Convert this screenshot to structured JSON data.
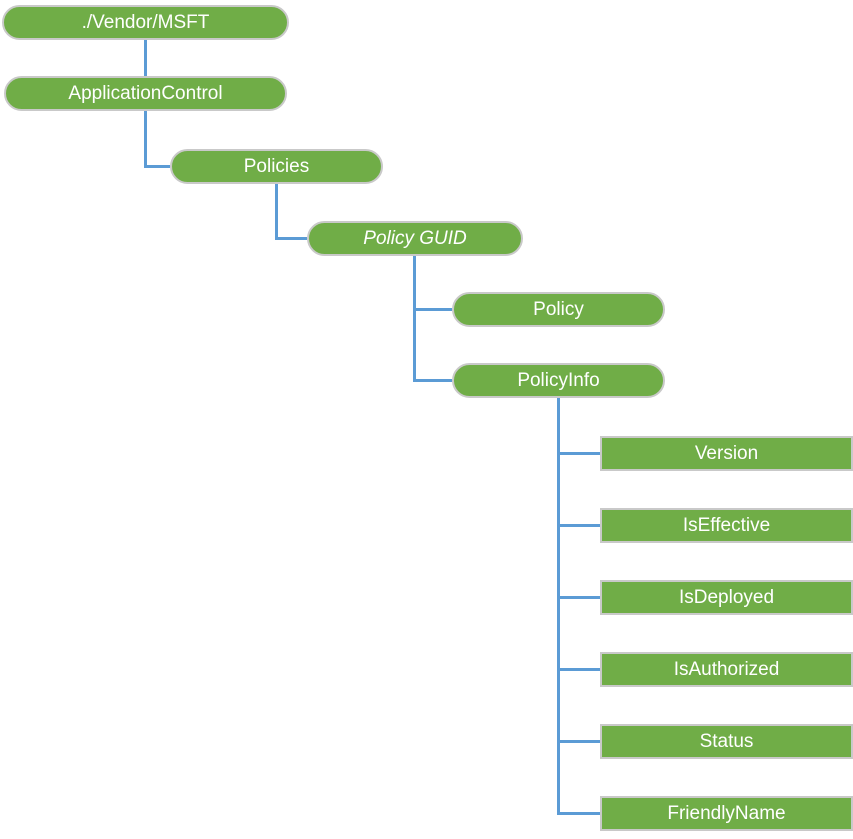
{
  "diagram": {
    "type": "tree",
    "colors": {
      "node_fill": "#70AD47",
      "node_outline": "#C9C9C9",
      "connector": "#5B9BD5",
      "node_text": "#FFFFFF",
      "background": "#FFFFFF"
    },
    "nodes": {
      "root": {
        "label": "./Vendor/MSFT",
        "shape": "rounded"
      },
      "application_control": {
        "label": "ApplicationControl",
        "shape": "rounded"
      },
      "policies": {
        "label": "Policies",
        "shape": "rounded"
      },
      "policy_guid": {
        "label": "Policy GUID",
        "shape": "rounded",
        "italic": true
      },
      "policy": {
        "label": "Policy",
        "shape": "rounded"
      },
      "policy_info": {
        "label": "PolicyInfo",
        "shape": "rounded"
      },
      "version": {
        "label": "Version",
        "shape": "rect"
      },
      "is_effective": {
        "label": "IsEffective",
        "shape": "rect"
      },
      "is_deployed": {
        "label": "IsDeployed",
        "shape": "rect"
      },
      "is_authorized": {
        "label": "IsAuthorized",
        "shape": "rect"
      },
      "status": {
        "label": "Status",
        "shape": "rect"
      },
      "friendly_name": {
        "label": "FriendlyName",
        "shape": "rect"
      }
    },
    "edges": [
      [
        "root",
        "application_control"
      ],
      [
        "application_control",
        "policies"
      ],
      [
        "policies",
        "policy_guid"
      ],
      [
        "policy_guid",
        "policy"
      ],
      [
        "policy_guid",
        "policy_info"
      ],
      [
        "policy_info",
        "version"
      ],
      [
        "policy_info",
        "is_effective"
      ],
      [
        "policy_info",
        "is_deployed"
      ],
      [
        "policy_info",
        "is_authorized"
      ],
      [
        "policy_info",
        "status"
      ],
      [
        "policy_info",
        "friendly_name"
      ]
    ]
  }
}
